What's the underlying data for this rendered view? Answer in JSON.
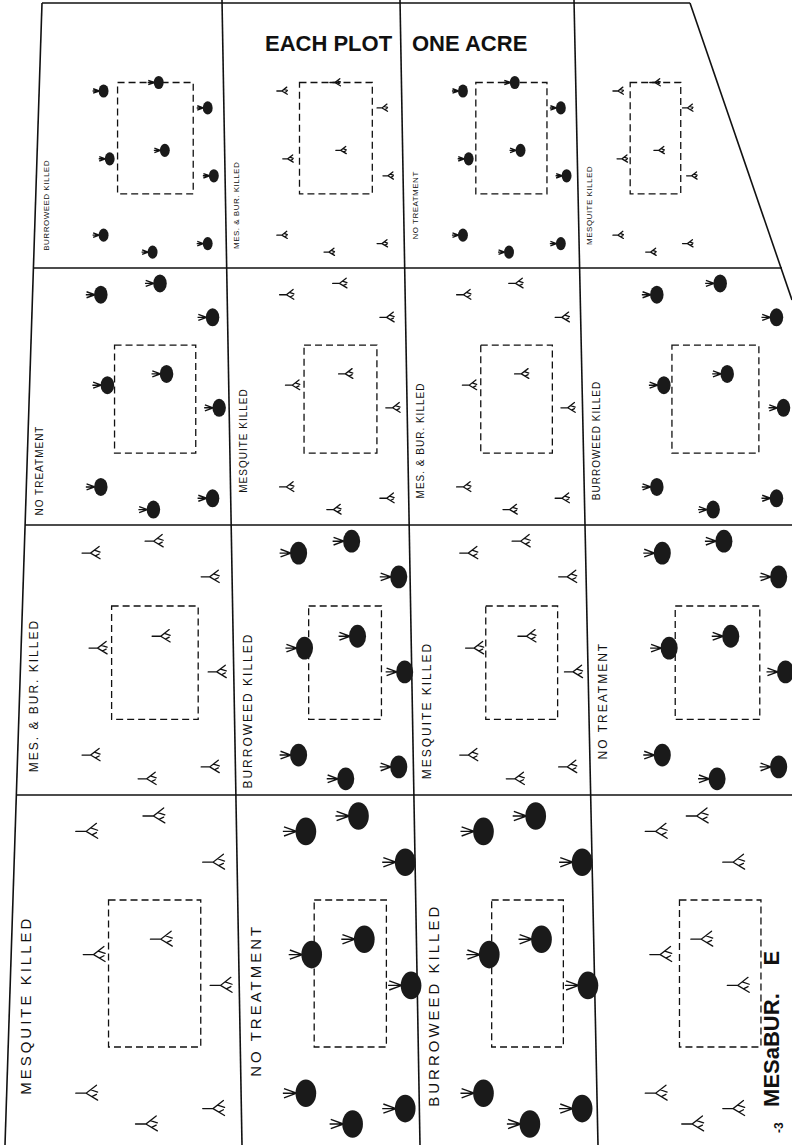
{
  "diagram": {
    "nodes": [
      {
        "text": [
          "BURROWEED KILLED"
        ]
      },
      {
        "text": [
          "NO TREATMENT"
        ]
      },
      {
        "text": [
          "MES. & BUR. KILLED"
        ]
      },
      {
        "text": [
          "MESQUITE KILLED"
        ]
      },
      {
        "text": [
          "MES. & BUR. KILLED"
        ]
      },
      {
        "text": [
          "MESQUITE KILLED"
        ]
      },
      {
        "text": [
          "BURROWEED KILLED"
        ]
      },
      {
        "text": [
          "NO TREATMENT"
        ]
      },
      {
        "text": [
          "NO TREATMENT"
        ]
      },
      {
        "text": [
          "MES. & BUR. KILLED"
        ]
      },
      {
        "text": [
          "MESQUITE KILLED"
        ]
      },
      {
        "text": [
          "BURROWEED KILLED"
        ]
      },
      {
        "text": [
          "MESQUITE KILLED"
        ]
      },
      {
        "text": [
          "BURROWEED KILLED"
        ]
      },
      {
        "text": [
          "NO TREATMENT"
        ]
      },
      {
        "text": [
          "MESaBUR."
        ]
      }
    ],
    "labels": [
      "EACH PLOT",
      "ONE ACRE",
      "E",
      "-3"
    ]
  }
}
